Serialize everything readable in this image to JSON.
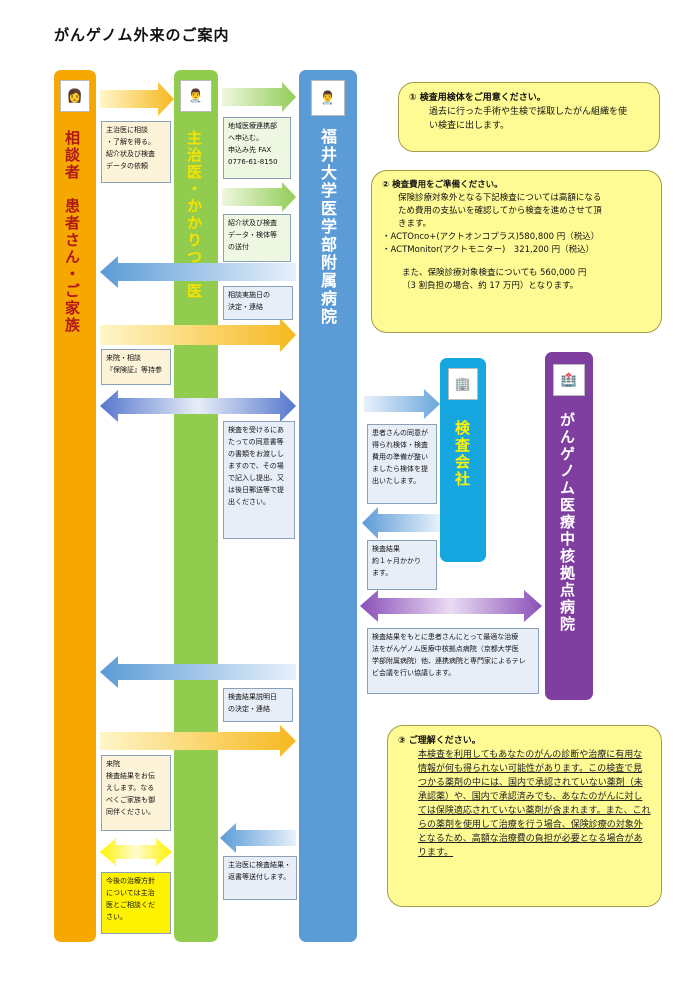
{
  "title": "がんゲノム外来のご案内",
  "columns": {
    "patient": "相談者　患者さん・ご家族",
    "gp": "主治医・かかりつけ医",
    "hospital": "福井大学医学部附属病院",
    "lab": "検査会社",
    "core": "がんゲノム医療中核拠点病院"
  },
  "notes": {
    "n1": "主治医に相談\n・了解を得る。\n紹介状及び検査\n データの依頼",
    "n2": "地域医療連携部\nへ申込む。\n申込み先 FAX\n0776-61-8150",
    "n3": "紹介状及び検査\nデータ・検体等\nの送付",
    "n4": "相談実施日の\n決定・連絡",
    "n5": "来院・相談\n『保険証』等持参",
    "n6": "検査を受けるにあ\nたっての同意書等\nの書類をお渡しし\nますので、その場\nで記入し提出、又\nは後日郵送等で提\n出ください。",
    "n7": "患者さんの同意が\n得られ検体・検査\n費用の準備が整い\nましたら検体を提\n出いたします。",
    "n8": "検査結果\n約１ヶ月かかり\nます。",
    "n9": "検査結果をもとに患者さんにとって最適な治療\n法をがんゲノム医療中核拠点病院（京都大学医\n学部附属病院）他、連携病院と専門家によるテレ\nビ会議を行い協議します。",
    "n10": "検査結果説明日\nの決定・連絡",
    "n11": "来院\n検査結果をお伝\nえします。なる\nべくご家族も御\n同伴ください。",
    "n12": "主治医に検査結果・\n返書等送付します。",
    "n13": "今後の治療方針\nについては主治\n医とご相談くだ\nさい。"
  },
  "info1": {
    "heading": "①  検査用検体をご用意ください。",
    "body": "過去に行った手術や生検で採取したがん組織を使\nい検査に出します。"
  },
  "info2": {
    "heading": "②  検査費用をご準備ください。",
    "body": "保険診療対象外となる下記検査については高額になる\nため費用の支払いを確認してから検査を進めさせて頂\nきます。",
    "item1": "・ACTOnco+(アクトオンコプラス)580,800 円（税込）",
    "item2": "・ACTMonitor(アクトモニター)　321,200 円（税込）",
    "tail": "また、保険診療対象検査についても 560,000 円\n（3 割負担の場合、約 17 万円）となります。"
  },
  "info3": {
    "heading": "③  ご理解ください。",
    "body": "本検査を利用してもあなたのがんの診断や治療に有用な情報が何も得られない可能性があります。この検査で見つかる薬剤の中には、国内で承認されていない薬剤（未承認薬）や、国内で承認済みでも、あなたのがんに対しては保険適応されていない薬剤が含まれます。また、これらの薬剤を使用して治療を行う場合、保険診療の対象外となるため、高額な治療費の負担が必要となる場合があります。"
  },
  "colors": {
    "patient": "#f6a800",
    "gp": "#92cc4e",
    "hospital": "#5b9bd6",
    "lab": "#17a7e0",
    "core": "#7f3fa0",
    "info_bg": "#fffb94"
  }
}
